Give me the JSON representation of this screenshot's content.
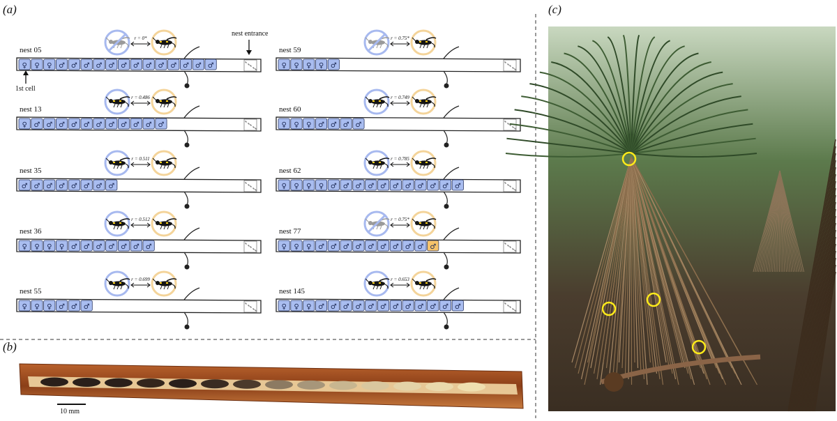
{
  "panel_labels": {
    "a": "(a)",
    "b": "(b)",
    "c": "(c)"
  },
  "annotations": {
    "entrance": "nest entrance",
    "first_cell": "1st cell",
    "scale": "10 mm"
  },
  "colors": {
    "female_male_cell": "#a9bdf0",
    "cell_stroke": "#2d3a66",
    "mother_ring": "#a7b9ef",
    "father_ring": "#f4d49a",
    "orange_cell": "#f6c36a",
    "circle_marker": "#ffeb1a"
  },
  "cell_symbols": {
    "female": "♀",
    "male": "♂"
  },
  "nests": [
    {
      "name": "nest 05",
      "r": "r = 0*",
      "mother_crossed": true,
      "cells": [
        "f",
        "f",
        "f",
        "m",
        "m",
        "m",
        "m",
        "m",
        "m",
        "m",
        "m",
        "m",
        "m",
        "m",
        "m",
        "m"
      ],
      "orange_last": false
    },
    {
      "name": "nest 13",
      "r": "r = 0.486",
      "mother_crossed": false,
      "cells": [
        "f",
        "m",
        "m",
        "m",
        "m",
        "m",
        "m",
        "m",
        "m",
        "m",
        "m",
        "m"
      ],
      "orange_last": false
    },
    {
      "name": "nest 35",
      "r": "r = 0.511",
      "mother_crossed": false,
      "cells": [
        "m",
        "m",
        "m",
        "m",
        "m",
        "m",
        "m",
        "m"
      ],
      "orange_last": false
    },
    {
      "name": "nest 36",
      "r": "r = 0.512",
      "mother_crossed": false,
      "cells": [
        "f",
        "f",
        "f",
        "f",
        "m",
        "m",
        "m",
        "m",
        "m",
        "m",
        "m"
      ],
      "orange_last": false
    },
    {
      "name": "nest 55",
      "r": "r = 0.699",
      "mother_crossed": false,
      "cells": [
        "f",
        "f",
        "f",
        "m",
        "m",
        "m"
      ],
      "orange_last": false
    },
    {
      "name": "nest 59",
      "r": "r = 0.75*",
      "mother_crossed": true,
      "cells": [
        "f",
        "f",
        "f",
        "f",
        "m"
      ],
      "orange_last": false
    },
    {
      "name": "nest 60",
      "r": "r = 0.749",
      "mother_crossed": false,
      "cells": [
        "f",
        "f",
        "f",
        "m",
        "m",
        "m",
        "m"
      ],
      "orange_last": false
    },
    {
      "name": "nest 62",
      "r": "r = 0.785",
      "mother_crossed": false,
      "cells": [
        "f",
        "f",
        "f",
        "f",
        "m",
        "m",
        "m",
        "m",
        "m",
        "m",
        "m",
        "m",
        "m",
        "m",
        "m"
      ],
      "orange_last": false
    },
    {
      "name": "nest 77",
      "r": "r = 0.75*",
      "mother_crossed": true,
      "cells": [
        "f",
        "f",
        "f",
        "m",
        "m",
        "m",
        "m",
        "m",
        "m",
        "m",
        "m",
        "m",
        "m"
      ],
      "orange_last": true
    },
    {
      "name": "nest 145",
      "r": "r = 0.653",
      "mother_crossed": false,
      "cells": [
        "f",
        "f",
        "f",
        "m",
        "m",
        "m",
        "m",
        "m",
        "m",
        "m",
        "m",
        "m",
        "m",
        "m",
        "m"
      ],
      "orange_last": false
    }
  ]
}
